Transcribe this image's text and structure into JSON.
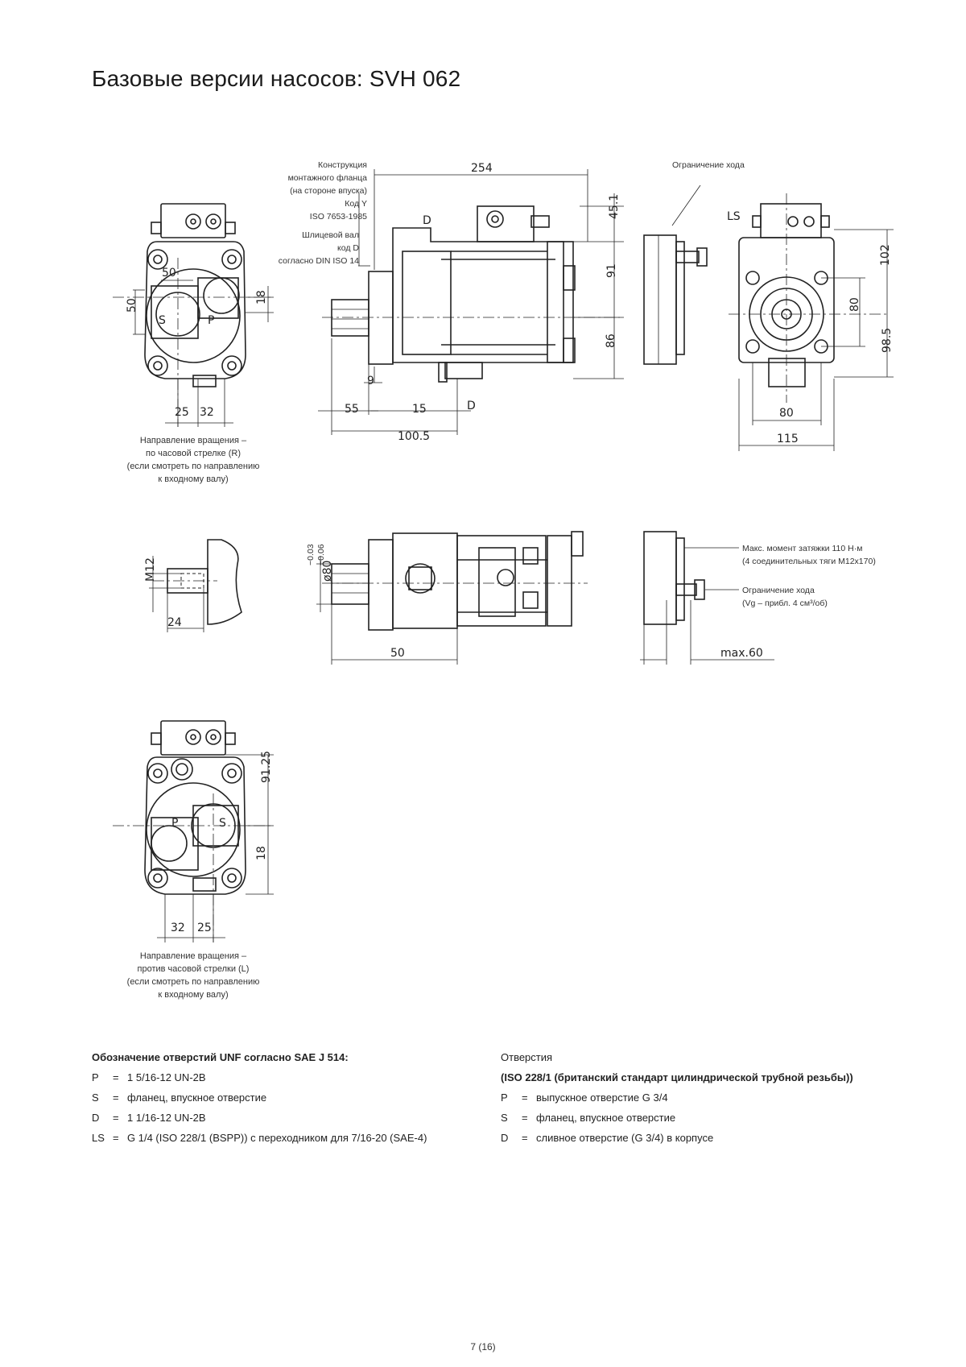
{
  "title": "Базовые версии насосов: SVH 062",
  "labels": {
    "flange_l1": "Конструкция",
    "flange_l2": "монтажного фланца",
    "flange_l3": "(на стороне впуска)",
    "flange_l4": "Код Y",
    "flange_l5": "ISO 7653-1985",
    "shaft_l1": "Шлицевой вал",
    "shaft_l2": "код D",
    "shaft_l3": "согласно DIN ISO 14",
    "stroke_limit": "Ограничение хода",
    "torque_l1": "Макс. момент затяжки 110 Н·м",
    "torque_l2": "(4 соединительных тяги M12x170)",
    "stroke2_l1": "Ограничение хода",
    "stroke2_l2": "(Vg – прибл. 4 см³/об)",
    "rot_r_l1": "Направление вращения –",
    "rot_r_l2": "по часовой стрелке (R)",
    "rot_r_l3": "(если смотреть по направлению",
    "rot_r_l4": "к входному валу)",
    "rot_l_l1": "Направление вращения –",
    "rot_l_l2": "против часовой стрелки (L)",
    "rot_l_l3": "(если смотреть по направлению",
    "rot_l_l4": "к входному валу)",
    "port_S": "S",
    "port_P": "P",
    "port_D": "D",
    "port_LS": "LS"
  },
  "dims": {
    "d254": "254",
    "d45_1": "45.1",
    "d91": "91",
    "d86": "86",
    "d9": "9",
    "d55": "55",
    "d15": "15",
    "d100_5": "100.5",
    "d50_top": "50",
    "d50_left": "50",
    "d18_top": "18",
    "d25_top": "25",
    "d32_top": "32",
    "d102": "102",
    "d80_r": "80",
    "d98_5": "98.5",
    "d80_b": "80",
    "d115": "115",
    "m12": "M12",
    "d24": "24",
    "d80_shaft": "ø80",
    "d80_tol_up": "−0.03",
    "d80_tol_dn": "−0.06",
    "d50_side": "50",
    "max60": "max.60",
    "d91_25": "91.25",
    "d18_bot": "18",
    "d32_bot": "32",
    "d25_bot": "25"
  },
  "notes_left": {
    "heading": "Обозначение отверстий UNF согласно SAE J 514:",
    "rows": [
      {
        "key": "P",
        "value": "1 5/16-12 UN-2B"
      },
      {
        "key": "S",
        "value": "фланец, впускное отверстие"
      },
      {
        "key": "D",
        "value": "1 1/16-12 UN-2B"
      },
      {
        "key": "LS",
        "value": "G 1/4 (ISO 228/1 (BSPP)) с переходником для 7/16-20 (SAE-4)"
      }
    ]
  },
  "notes_right": {
    "heading1": "Отверстия",
    "heading2": "(ISO 228/1 (британский стандарт цилиндрической трубной резьбы))",
    "rows": [
      {
        "key": "P",
        "value": "выпускное отверстие G 3/4"
      },
      {
        "key": "S",
        "value": "фланец, впускное отверстие"
      },
      {
        "key": "D",
        "value": "сливное отверстие (G 3/4) в корпусе"
      }
    ]
  },
  "page_number": "7 (16)"
}
